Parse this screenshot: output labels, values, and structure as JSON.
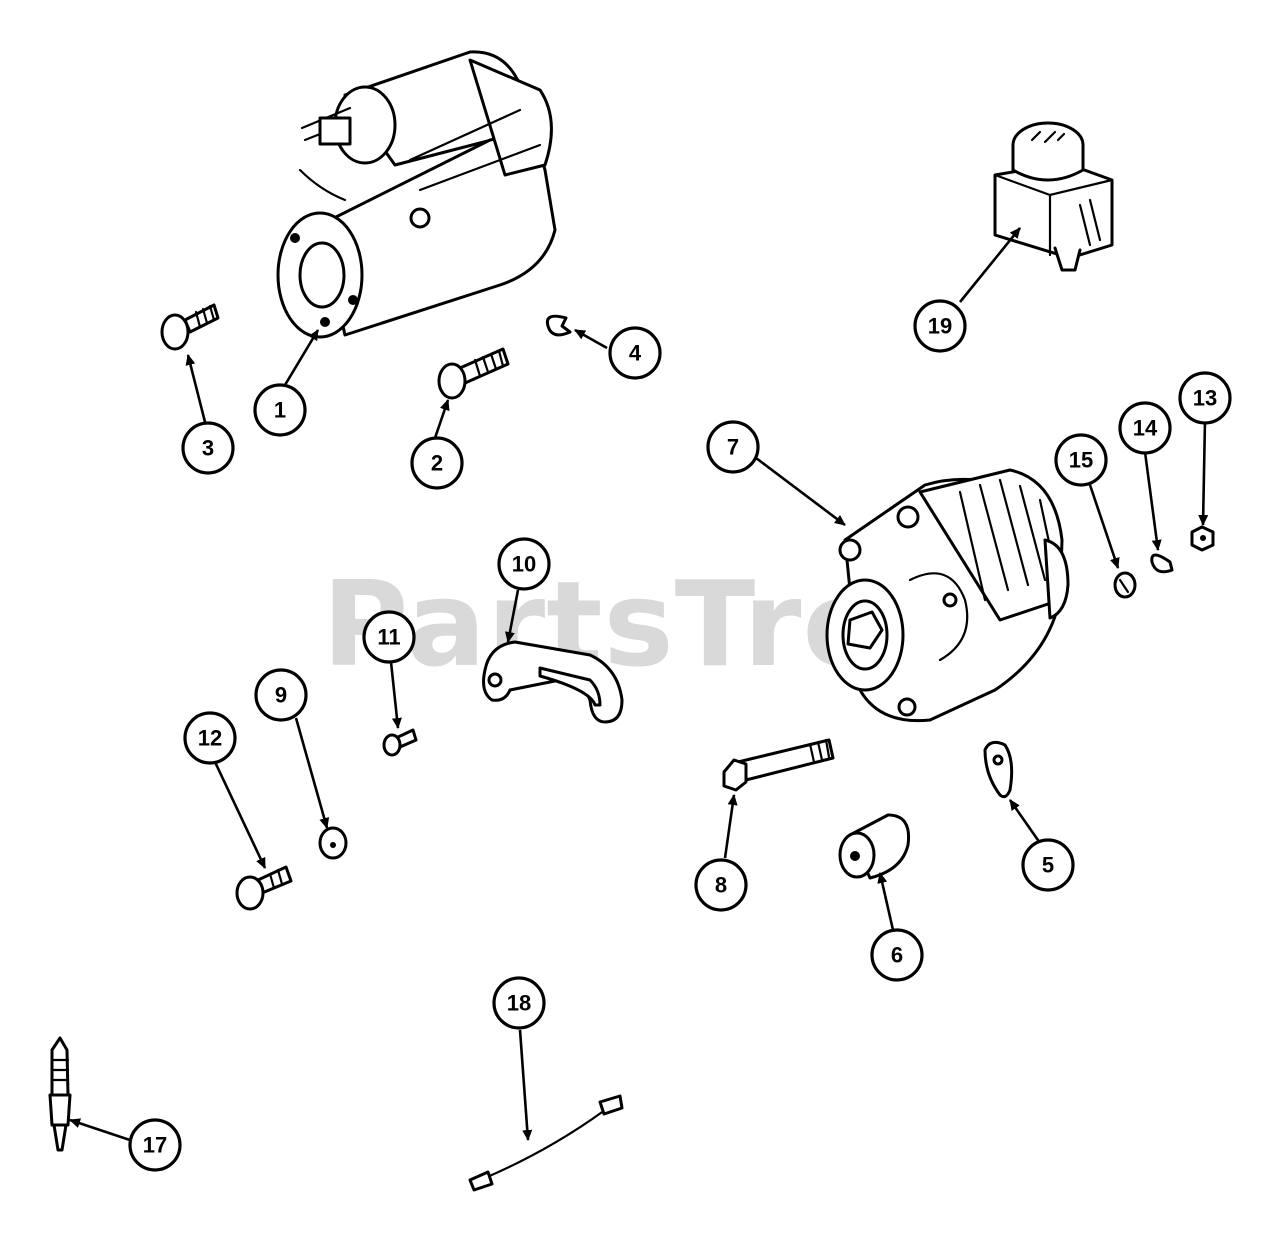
{
  "watermark": "PartsTree",
  "callouts": [
    "1",
    "2",
    "3",
    "4",
    "5",
    "6",
    "7",
    "8",
    "9",
    "10",
    "11",
    "12",
    "13",
    "14",
    "15",
    "17",
    "18",
    "19"
  ],
  "parts": {
    "starter": "starter-motor",
    "alternator": "alternator",
    "relay": "glow-relay",
    "bracket": "adjusting-bracket",
    "glow_plug": "glow-plug",
    "lead_wire": "lead-wire"
  }
}
